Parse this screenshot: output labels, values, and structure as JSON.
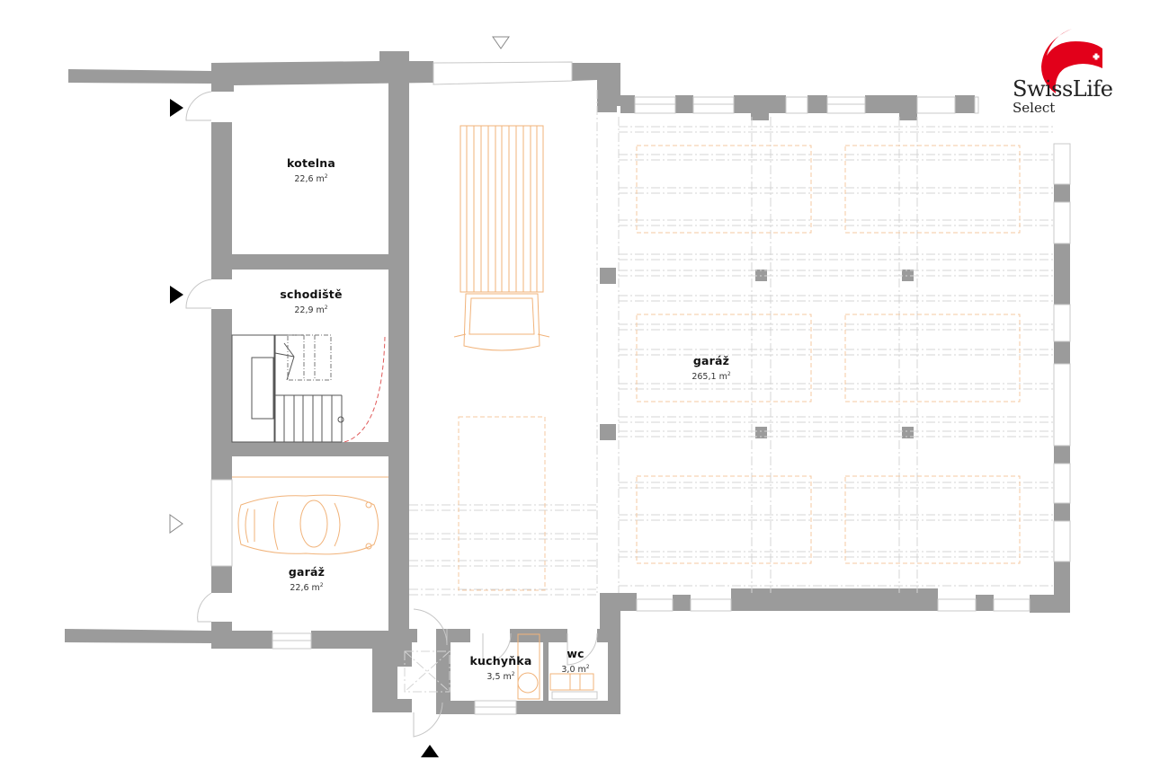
{
  "logo": {
    "brand": "SwissLife",
    "sub": "Select",
    "accent_color": "#e2001a"
  },
  "rooms": [
    {
      "name": "kotelna",
      "area": "22,6",
      "unit": "m",
      "sup": "2"
    },
    {
      "name": "schodiště",
      "area": "22,9",
      "unit": "m",
      "sup": "2"
    },
    {
      "name": "garáž",
      "area": "22,6",
      "unit": "m",
      "sup": "2"
    },
    {
      "name": "garáž",
      "area": "265,1",
      "unit": "m",
      "sup": "2"
    },
    {
      "name": "kuchyňka",
      "area": "3,5",
      "unit": "m",
      "sup": "2"
    },
    {
      "name": "wc",
      "area": "3,0",
      "unit": "m",
      "sup": "2"
    }
  ],
  "entrances": [
    {
      "type": "main-entrance-marker",
      "direction": "right",
      "style": "filled",
      "location": "kotelna"
    },
    {
      "type": "main-entrance-marker",
      "direction": "right",
      "style": "filled",
      "location": "schodiste"
    },
    {
      "type": "entrance-marker",
      "direction": "right",
      "style": "outline",
      "location": "garaz-small"
    },
    {
      "type": "entrance-marker",
      "direction": "down",
      "style": "outline",
      "location": "top-gate"
    },
    {
      "type": "main-entrance-marker",
      "direction": "up",
      "style": "filled",
      "location": "bottom-entry"
    }
  ],
  "colors": {
    "wall": "#9b9b9b",
    "furniture": "#f1b37a",
    "text": "#111111"
  }
}
